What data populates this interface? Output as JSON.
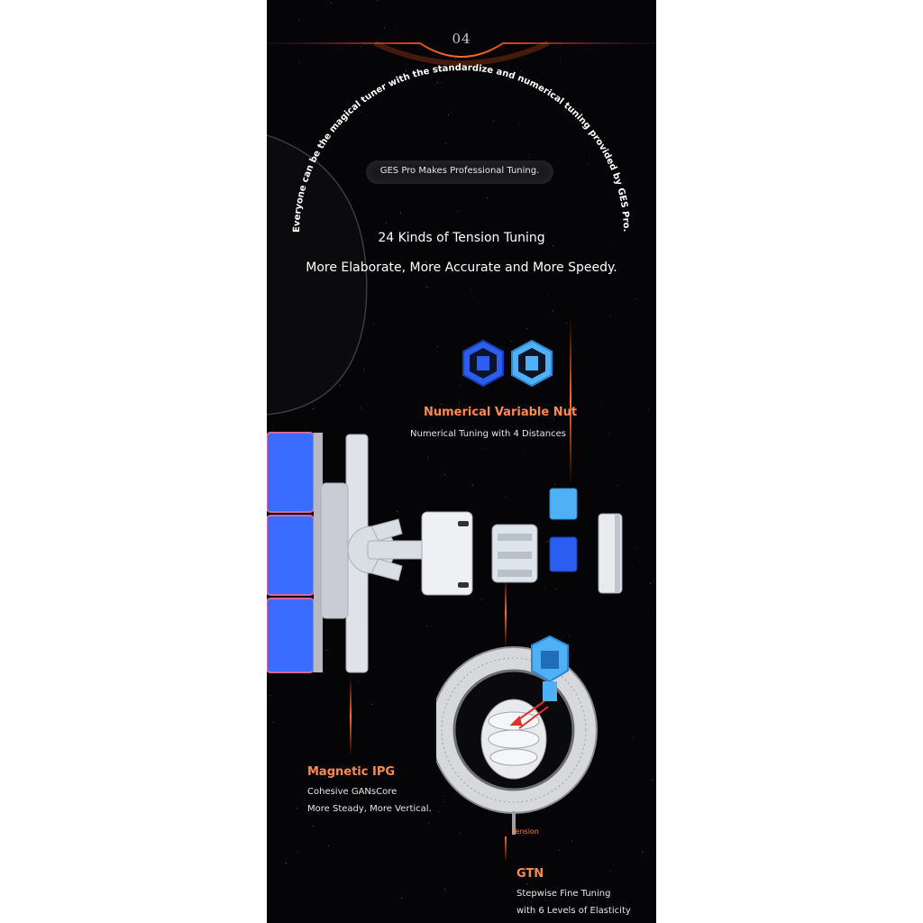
{
  "page_number": "04",
  "arc_text": "Everyone can be the magical tuner with the standardize and numerical tuning provided by GES Pro.",
  "badge": "GES Pro Makes Professional Tuning.",
  "heading_line1": "24 Kinds of Tension Tuning",
  "heading_line2": "More Elaborate, More Accurate and More Speedy.",
  "nut": {
    "title_part1": "Numerical ",
    "title_part2": "Variable Nut",
    "subtitle": "Numerical Tuning with 4 Distances"
  },
  "ipg": {
    "title": "Magnetic IPG",
    "line1": "Cohesive GANsCore",
    "line2": "More Steady, More Vertical."
  },
  "tension_label": "Tension",
  "gtn": {
    "title": "GTN",
    "line1": "Stepwise Fine Tuning",
    "line2": "with 6 Levels of Elasticity"
  },
  "colors": {
    "panel_bg": "#050406",
    "accent_orange": "#ff7a3c",
    "title_orange": "#ff8a50",
    "nut_blue_dark": "#2b5ef0",
    "nut_blue_light": "#4fb0f5",
    "cube_blue": "#3a6cff"
  }
}
